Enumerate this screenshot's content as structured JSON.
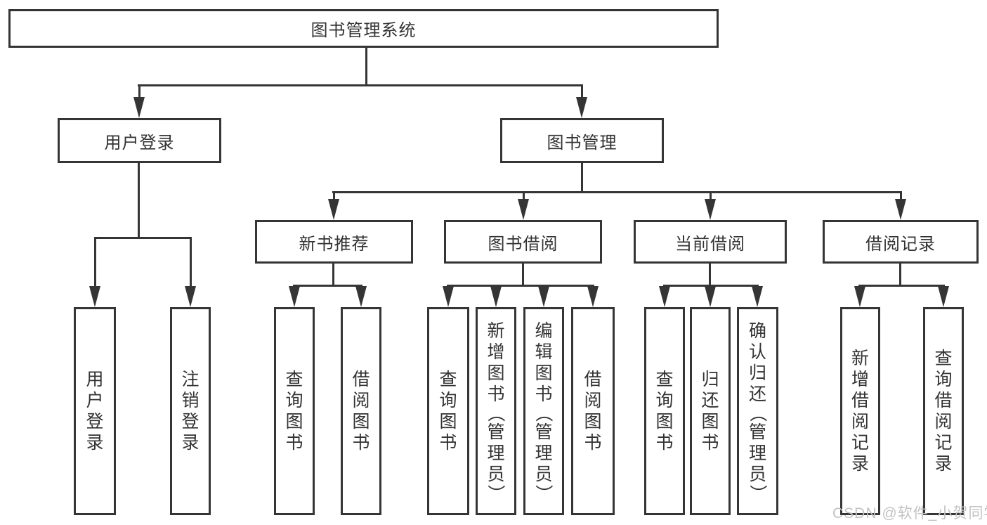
{
  "diagram": {
    "root": "图书管理系统",
    "level2": {
      "user_login": "用户登录",
      "book_mgmt": "图书管理"
    },
    "level3": {
      "new_book": "新书推荐",
      "book_borrow": "图书借阅",
      "current_borrow": "当前借阅",
      "borrow_record": "借阅记录"
    },
    "leaves": {
      "user_login": [
        "用户登录",
        "注销登录"
      ],
      "new_book": [
        "查询图书",
        "借阅图书"
      ],
      "book_borrow": [
        "查询图书",
        "新增图书（管理员）",
        "编辑图书（管理员）",
        "借阅图书"
      ],
      "current_borrow": [
        "查询图书",
        "归还图书",
        "确认归还（管理员）"
      ],
      "borrow_record": [
        "新增借阅记录",
        "查询借阅记录"
      ]
    }
  },
  "watermark": "CSDN @软件_小贺同学",
  "colors": {
    "line": "#353535",
    "text": "#333333",
    "watermark": "#c3c3c3",
    "background": "#ffffff"
  }
}
